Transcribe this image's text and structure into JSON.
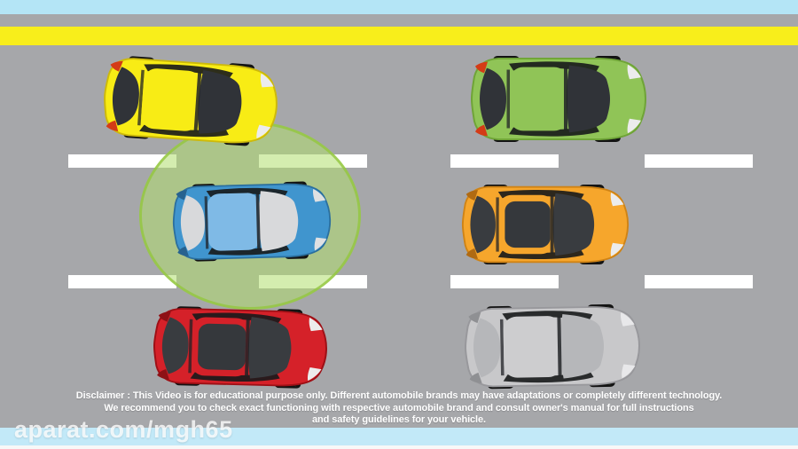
{
  "canvas": {
    "top_strip": "#b4e5f6",
    "bottom_strip": "#c2e9f8",
    "bottom_edge": "#f7f8f8",
    "road": "#a6a7aa",
    "edge_line": "#f8ee1b",
    "lane_dash": "#ffffff"
  },
  "sensor_zone": {
    "fill": "rgba(177,223,110,0.55)",
    "rim": "rgba(148,199,62,0.8)"
  },
  "cars": [
    {
      "label": "yellow-sports-car",
      "body": "#f8ec15",
      "edge": "#cdb90b",
      "roof": "#f8ec15",
      "glass": "#303338",
      "tail": "#d43b16",
      "head": "#ececec",
      "sunroof": false
    },
    {
      "label": "green-car",
      "body": "#90c457",
      "edge": "#6fa437",
      "roof": "#90c457",
      "glass": "#303338",
      "tail": "#d43b16",
      "head": "#ececec",
      "sunroof": false
    },
    {
      "label": "blue-car-with-sensor",
      "body": "#4095ce",
      "edge": "#2b6f9e",
      "roof": "#7fbae6",
      "glass": "#d8d9db",
      "tail": "#27628f",
      "head": "#dfe0e2",
      "sunroof": false
    },
    {
      "label": "orange-suv",
      "body": "#f6a62c",
      "edge": "#cf8315",
      "roof": "#f6a62c",
      "glass": "#393c40",
      "tail": "#b06a12",
      "head": "#ececec",
      "sunroof": true
    },
    {
      "label": "red-suv",
      "body": "#d52129",
      "edge": "#9e1016",
      "roof": "#d52129",
      "glass": "#393c40",
      "tail": "#8e1116",
      "head": "#ececec",
      "sunroof": true
    },
    {
      "label": "silver-car",
      "body": "#c8c8ca",
      "edge": "#98989c",
      "roof": "#cdcdcf",
      "glass": "#b6b7ba",
      "tail": "#8f9093",
      "head": "#e8e8ea",
      "sunroof": false
    }
  ],
  "disclaimer": {
    "line1": "Disclaimer : This Video is for educational purpose only. Different automobile brands may have adaptations or completely different technology.",
    "line2": "We recommend you to check exact functioning with respective automobile brand and consult owner's manual for full instructions",
    "line3": "and safety guidelines for your vehicle."
  },
  "watermark": {
    "text": "aparat.com/mgh65"
  }
}
